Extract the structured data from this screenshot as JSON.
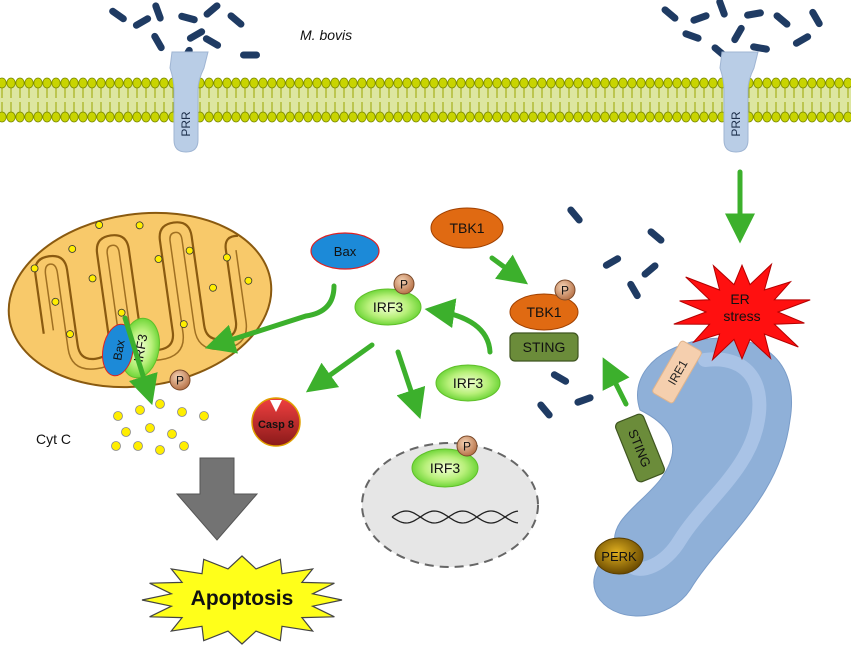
{
  "labels": {
    "pathogen": "M. bovis",
    "prr_left": "PRR",
    "prr_right": "PRR",
    "tbk1_free": "TBK1",
    "tbk1_bound": "TBK1",
    "sting_complex": "STING",
    "sting_er": "STING",
    "bax_free": "Bax",
    "bax_mito": "Bax",
    "irf3_phos": "IRF3",
    "irf3_mito": "IRF3",
    "irf3_free": "IRF3",
    "irf3_nucleus": "IRF3",
    "phospho": "P",
    "casp8": "Casp 8",
    "cytc": "Cyt C",
    "er_stress": "ER\nstress",
    "ire1": "IRE1",
    "perk": "PERK",
    "apoptosis": "Apoptosis"
  },
  "colors": {
    "membrane_head": "#c8d400",
    "membrane_head_edge": "#7a8a00",
    "receptor": "#b9cde6",
    "bacteria": "#1f3b63",
    "arrow_green": "#3cb02c",
    "tbk1": "#e06a12",
    "sting": "#6b8c3a",
    "bax": "#1c8ad8",
    "irf3": "#86e04a",
    "phospho": "#c98a5a",
    "mito_outer": "#f8c96a",
    "mito_inner": "#d79a2a",
    "er": "#8fb0d8",
    "er_stress": "#ff1010",
    "apoptosis": "#ffff1a",
    "cytc": "#ffee00",
    "nucleus": "#e6e6e6"
  }
}
